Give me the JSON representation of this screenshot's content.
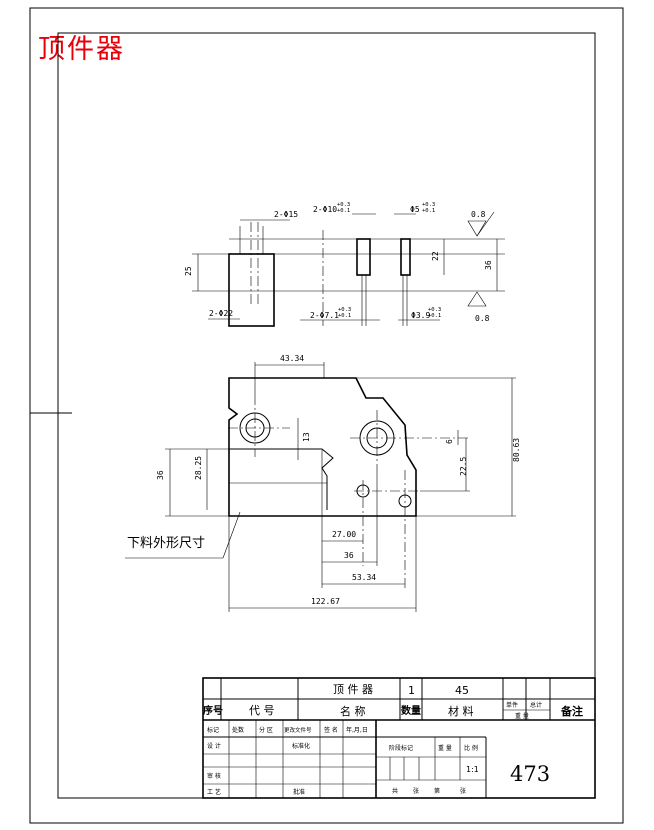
{
  "header": {
    "title": "顶件器"
  },
  "top_view": {
    "dims": {
      "hole_small": "2-Φ15",
      "hole_large": "2-Φ22",
      "hole_mid_top": "2-Φ10",
      "hole_mid_top_tol": [
        "+0.3",
        "+0.1"
      ],
      "hole_mid_bot": "2-Φ7.1",
      "hole_mid_bot_tol": [
        "+0.3",
        "+0.1"
      ],
      "hole_right_top": "Φ5",
      "hole_right_top_tol": [
        "+0.3",
        "+0.1"
      ],
      "hole_right_bot": "Φ3.9",
      "hole_right_bot_tol": [
        "+0.3",
        "+0.1"
      ],
      "height_left": "25",
      "height_mid": "22",
      "height_right": "36",
      "roughness_top": "0.8",
      "roughness_bot": "0.8"
    }
  },
  "main_view": {
    "dims": {
      "d_43": "43.34",
      "d_13": "13",
      "d_6": "6",
      "d_22": "22.5",
      "d_80": "80.63",
      "d_36v": "36",
      "d_28": "28.25",
      "d_27": "27.00",
      "d_36h": "36",
      "d_53": "53.34",
      "d_122": "122.67"
    },
    "callout": "下料外形尺寸"
  },
  "title_block": {
    "row1": {
      "name": "顶 件 器",
      "qty": "1",
      "material": "45"
    },
    "row2": {
      "seq": "序号",
      "code": "代 号",
      "name": "名 称",
      "qty": "数量",
      "material": "材 料",
      "single": "单件",
      "total": "总计",
      "weight": "重 量",
      "remark": "备注"
    },
    "rev_headers": [
      "标记",
      "处数",
      "分 区",
      "更改文件号",
      "签 名",
      "年,月,日"
    ],
    "left_rows": [
      "设 计",
      "审 核",
      "工 艺"
    ],
    "std": "标准化",
    "approve": "批准",
    "stage": "阶段标记",
    "weight": "重 量",
    "scale": "比 例",
    "scale_value": "1:1",
    "sheets": [
      "共",
      "张",
      "第",
      "张"
    ],
    "drawing_no": "473"
  }
}
